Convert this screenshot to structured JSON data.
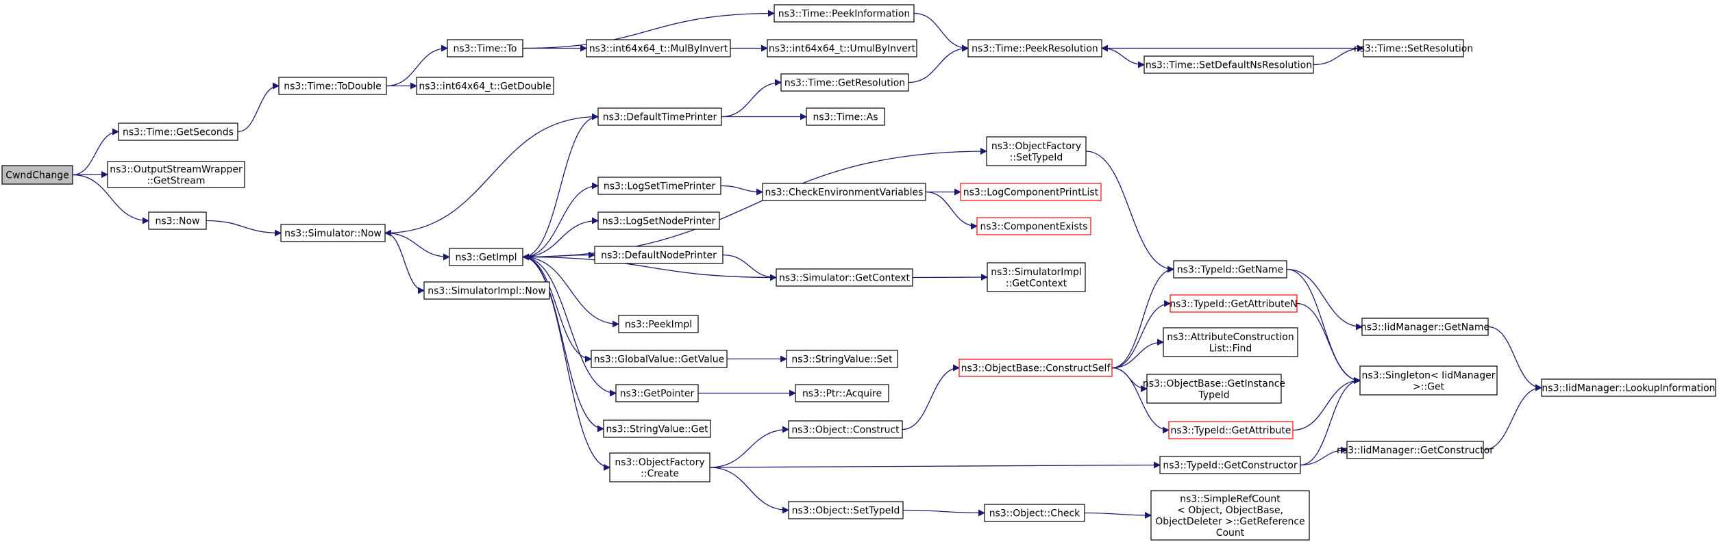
{
  "diagram": {
    "nodes": [
      {
        "id": "cwnd",
        "lines": [
          "CwndChange"
        ],
        "highlight": true
      },
      {
        "id": "getseconds",
        "lines": [
          "ns3::Time::GetSeconds"
        ]
      },
      {
        "id": "oswgetstream",
        "lines": [
          "ns3::OutputStreamWrapper",
          "::GetStream"
        ]
      },
      {
        "id": "now",
        "lines": [
          "ns3::Now"
        ]
      },
      {
        "id": "todouble",
        "lines": [
          "ns3::Time::ToDouble"
        ]
      },
      {
        "id": "timeto",
        "lines": [
          "ns3::Time::To"
        ]
      },
      {
        "id": "getdouble",
        "lines": [
          "ns3::int64x64_t::GetDouble"
        ]
      },
      {
        "id": "mulbyinvert",
        "lines": [
          "ns3::int64x64_t::MulByInvert"
        ]
      },
      {
        "id": "umulbyinvert",
        "lines": [
          "ns3::int64x64_t::UmulByInvert"
        ]
      },
      {
        "id": "peekinfo",
        "lines": [
          "ns3::Time::PeekInformation"
        ]
      },
      {
        "id": "peekres",
        "lines": [
          "ns3::Time::PeekResolution"
        ]
      },
      {
        "id": "setdefaultres",
        "lines": [
          "ns3::Time::SetDefaultNsResolution"
        ]
      },
      {
        "id": "setres",
        "lines": [
          "ns3::Time::SetResolution"
        ]
      },
      {
        "id": "getres",
        "lines": [
          "ns3::Time::GetResolution"
        ]
      },
      {
        "id": "deftimeprinter",
        "lines": [
          "ns3::DefaultTimePrinter"
        ]
      },
      {
        "id": "timeas",
        "lines": [
          "ns3::Time::As"
        ]
      },
      {
        "id": "simnow",
        "lines": [
          "ns3::Simulator::Now"
        ]
      },
      {
        "id": "getimpl",
        "lines": [
          "ns3::GetImpl"
        ]
      },
      {
        "id": "simimplnow",
        "lines": [
          "ns3::SimulatorImpl::Now"
        ]
      },
      {
        "id": "ofsettypeid",
        "lines": [
          "ns3::ObjectFactory",
          "::SetTypeId"
        ]
      },
      {
        "id": "logsettimeprinter",
        "lines": [
          "ns3::LogSetTimePrinter"
        ]
      },
      {
        "id": "checkenv",
        "lines": [
          "ns3::CheckEnvironmentVariables"
        ]
      },
      {
        "id": "logcompprint",
        "lines": [
          "ns3::LogComponentPrintList"
        ],
        "red": true
      },
      {
        "id": "compexists",
        "lines": [
          "ns3::ComponentExists"
        ],
        "red": true
      },
      {
        "id": "logsetnodeprinter",
        "lines": [
          "ns3::LogSetNodePrinter"
        ]
      },
      {
        "id": "defnodeprinter",
        "lines": [
          "ns3::DefaultNodePrinter"
        ]
      },
      {
        "id": "simgetcontext",
        "lines": [
          "ns3::Simulator::GetContext"
        ]
      },
      {
        "id": "simimplgetcontext",
        "lines": [
          "ns3::SimulatorImpl",
          "::GetContext"
        ]
      },
      {
        "id": "typeidgetname",
        "lines": [
          "ns3::TypeId::GetName"
        ]
      },
      {
        "id": "iidgetname",
        "lines": [
          "ns3::IidManager::GetName"
        ]
      },
      {
        "id": "typeidgetattrn",
        "lines": [
          "ns3::TypeId::GetAttributeN"
        ],
        "red": true
      },
      {
        "id": "attrconstfind",
        "lines": [
          "ns3::AttributeConstruction",
          "List::Find"
        ]
      },
      {
        "id": "peekimpl",
        "lines": [
          "ns3::PeekImpl"
        ]
      },
      {
        "id": "gvgetvalue",
        "lines": [
          "ns3::GlobalValue::GetValue"
        ]
      },
      {
        "id": "strvalset",
        "lines": [
          "ns3::StringValue::Set"
        ]
      },
      {
        "id": "objbaseconstructself",
        "lines": [
          "ns3::ObjectBase::ConstructSelf"
        ],
        "red": true
      },
      {
        "id": "objbasegetinstancetid",
        "lines": [
          "ns3::ObjectBase::GetInstance",
          "TypeId"
        ]
      },
      {
        "id": "singletonget",
        "lines": [
          "ns3::Singleton< IidManager",
          " >::Get"
        ]
      },
      {
        "id": "iidlookup",
        "lines": [
          "ns3::IidManager::LookupInformation"
        ]
      },
      {
        "id": "getpointer",
        "lines": [
          "ns3::GetPointer"
        ]
      },
      {
        "id": "ptracquire",
        "lines": [
          "ns3::Ptr::Acquire"
        ]
      },
      {
        "id": "strvalget",
        "lines": [
          "ns3::StringValue::Get"
        ]
      },
      {
        "id": "typeidgetattr",
        "lines": [
          "ns3::TypeId::GetAttribute"
        ],
        "red": true
      },
      {
        "id": "objconstruct",
        "lines": [
          "ns3::Object::Construct"
        ]
      },
      {
        "id": "ofcreate",
        "lines": [
          "ns3::ObjectFactory",
          "::Create"
        ]
      },
      {
        "id": "typeidgetconstructor",
        "lines": [
          "ns3::TypeId::GetConstructor"
        ]
      },
      {
        "id": "iidgetconstructor",
        "lines": [
          "ns3::IidManager::GetConstructor"
        ]
      },
      {
        "id": "objsettypeid",
        "lines": [
          "ns3::Object::SetTypeId"
        ]
      },
      {
        "id": "objcheck",
        "lines": [
          "ns3::Object::Check"
        ]
      },
      {
        "id": "simplerefcount",
        "lines": [
          "ns3::SimpleRefCount",
          "< Object, ObjectBase,",
          "ObjectDeleter >::GetReference",
          "Count"
        ]
      }
    ],
    "edges": [
      [
        "cwnd",
        "getseconds"
      ],
      [
        "cwnd",
        "oswgetstream"
      ],
      [
        "cwnd",
        "now"
      ],
      [
        "getseconds",
        "todouble"
      ],
      [
        "todouble",
        "timeto"
      ],
      [
        "todouble",
        "getdouble"
      ],
      [
        "timeto",
        "peekinfo"
      ],
      [
        "timeto",
        "mulbyinvert"
      ],
      [
        "mulbyinvert",
        "umulbyinvert"
      ],
      [
        "peekinfo",
        "peekres"
      ],
      [
        "peekres",
        "setdefaultres"
      ],
      [
        "setdefaultres",
        "setres"
      ],
      [
        "setres",
        "peekres"
      ],
      [
        "now",
        "simnow"
      ],
      [
        "simnow",
        "getimpl"
      ],
      [
        "simnow",
        "simimplnow"
      ],
      [
        "deftimeprinter",
        "simnow"
      ],
      [
        "deftimeprinter",
        "getres"
      ],
      [
        "deftimeprinter",
        "timeas"
      ],
      [
        "getres",
        "peekres"
      ],
      [
        "getimpl",
        "deftimeprinter"
      ],
      [
        "getimpl",
        "ofsettypeid"
      ],
      [
        "getimpl",
        "logsettimeprinter"
      ],
      [
        "getimpl",
        "logsetnodeprinter"
      ],
      [
        "getimpl",
        "defnodeprinter"
      ],
      [
        "simgetcontext",
        "getimpl"
      ],
      [
        "getimpl",
        "peekimpl"
      ],
      [
        "getimpl",
        "gvgetvalue"
      ],
      [
        "getimpl",
        "getpointer"
      ],
      [
        "getimpl",
        "strvalget"
      ],
      [
        "getimpl",
        "ofcreate"
      ],
      [
        "logsettimeprinter",
        "checkenv"
      ],
      [
        "checkenv",
        "logcompprint"
      ],
      [
        "checkenv",
        "compexists"
      ],
      [
        "defnodeprinter",
        "simgetcontext"
      ],
      [
        "simgetcontext",
        "simimplgetcontext"
      ],
      [
        "ofsettypeid",
        "typeidgetname"
      ],
      [
        "gvgetvalue",
        "strvalset"
      ],
      [
        "getpointer",
        "ptracquire"
      ],
      [
        "ofcreate",
        "objconstruct"
      ],
      [
        "ofcreate",
        "typeidgetconstructor"
      ],
      [
        "ofcreate",
        "objsettypeid"
      ],
      [
        "objconstruct",
        "objbaseconstructself"
      ],
      [
        "objbaseconstructself",
        "typeidgetname"
      ],
      [
        "objbaseconstructself",
        "typeidgetattrn"
      ],
      [
        "objbaseconstructself",
        "attrconstfind"
      ],
      [
        "objbaseconstructself",
        "objbasegetinstancetid"
      ],
      [
        "objbaseconstructself",
        "typeidgetattr"
      ],
      [
        "typeidgetname",
        "iidgetname"
      ],
      [
        "typeidgetname",
        "singletonget"
      ],
      [
        "typeidgetattrn",
        "singletonget"
      ],
      [
        "typeidgetattr",
        "singletonget"
      ],
      [
        "iidgetname",
        "iidlookup"
      ],
      [
        "typeidgetconstructor",
        "singletonget"
      ],
      [
        "typeidgetconstructor",
        "iidgetconstructor"
      ],
      [
        "iidgetconstructor",
        "iidlookup"
      ],
      [
        "objsettypeid",
        "objcheck"
      ],
      [
        "objcheck",
        "simplerefcount"
      ]
    ]
  }
}
